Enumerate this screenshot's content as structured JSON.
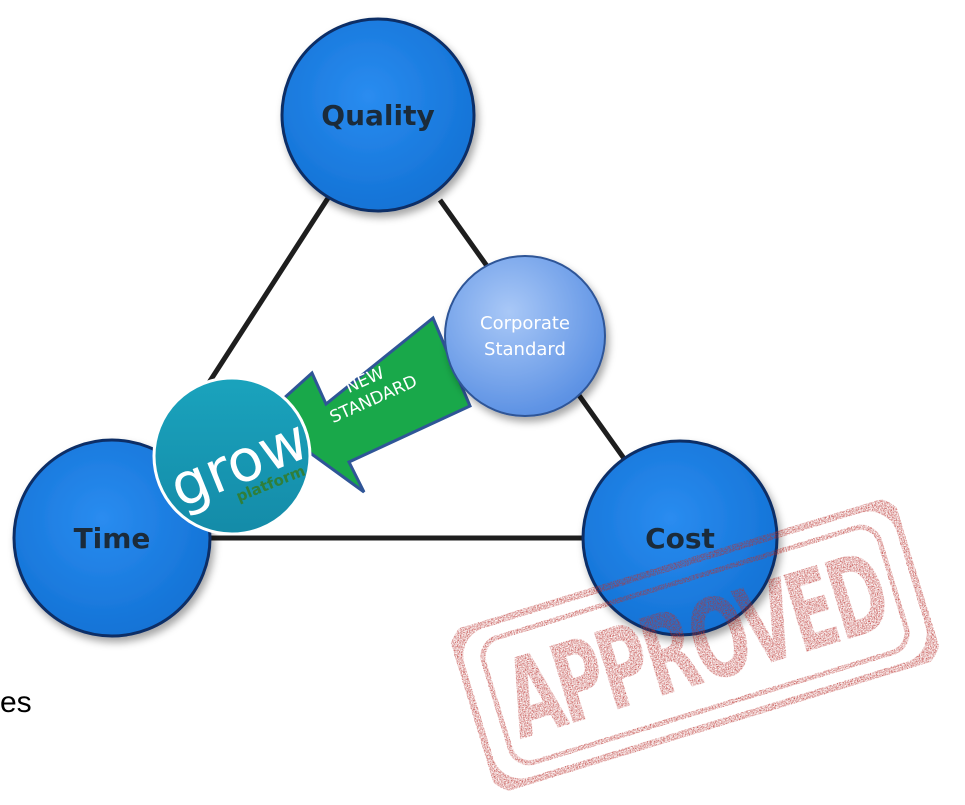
{
  "diagram": {
    "nodes": {
      "quality": "Quality",
      "time": "Time",
      "cost": "Cost"
    },
    "corporate": {
      "line1": "Corporate",
      "line2": "Standard"
    },
    "arrow": {
      "line1": "NEW",
      "line2": "STANDARD"
    },
    "logo": {
      "word": "grow",
      "sub": "platform"
    },
    "stamp": "APPROVED",
    "cropped_text": "es"
  },
  "colors": {
    "node_blue": "#1a7de0",
    "node_outline": "#0b2f66",
    "corporate_blue": "#6fa3ec",
    "arrow_green": "#19a84a",
    "logo_teal": "#1a9ab8",
    "stamp_red": "#b8302d"
  }
}
